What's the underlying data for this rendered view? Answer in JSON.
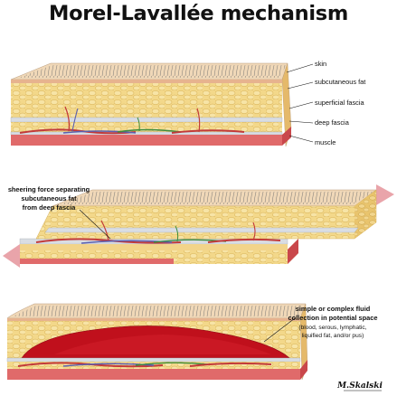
{
  "title": "Morel-Lavallée mechanism",
  "labels": {
    "skin": "skin",
    "subcutaneous_fat": "subcutaneous fat",
    "superficial_fascia": "superficial fascia",
    "deep_fascia": "deep fascia",
    "muscle": "muscle"
  },
  "shear_label": {
    "line1": "sheering force separating",
    "line2": "subcutaneous fat",
    "line3": "from deep fascia"
  },
  "fluid_label": {
    "line1": "simple or complex fluid",
    "line2": "collection in potential space",
    "line3": "(blood, serous, lymphatic,",
    "line4": "liquified fat, and/or pus)"
  },
  "signature": "M.Skalski",
  "colors": {
    "fat": "#f3d88a",
    "fat_dark": "#dcb75c",
    "muscle": "#e06a6a",
    "muscle_dark": "#c9474b",
    "fascia": "#d9dde3",
    "blood": "#c0101c",
    "arrow": "#e9a4aa",
    "vessel_red": "#c23a3a",
    "vessel_blue": "#5a5fb0",
    "nerve_green": "#3c8c3c"
  }
}
